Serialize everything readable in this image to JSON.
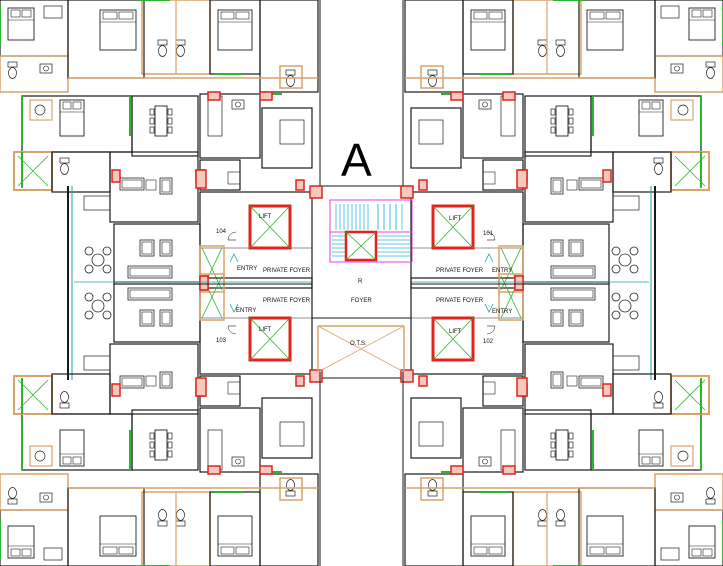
{
  "block_letter": "A",
  "labels": {
    "unit_104": "104",
    "unit_101": "101",
    "unit_103": "103",
    "unit_102": "102",
    "lift": "LIFT",
    "entry": "ENTRY",
    "private_foyer": "PRIVATE FOYER",
    "r": "R",
    "foyer": "FOYER",
    "ots": "O.T.S."
  },
  "colors": {
    "wall": "#1a1a1a",
    "partition": "#d9a46a",
    "column": "#e0241b",
    "window": "#2db52d",
    "glazing": "#1fa3a3",
    "stair": "#e040e0",
    "stair_tread": "#35b6e6",
    "furniture": "#222222"
  }
}
